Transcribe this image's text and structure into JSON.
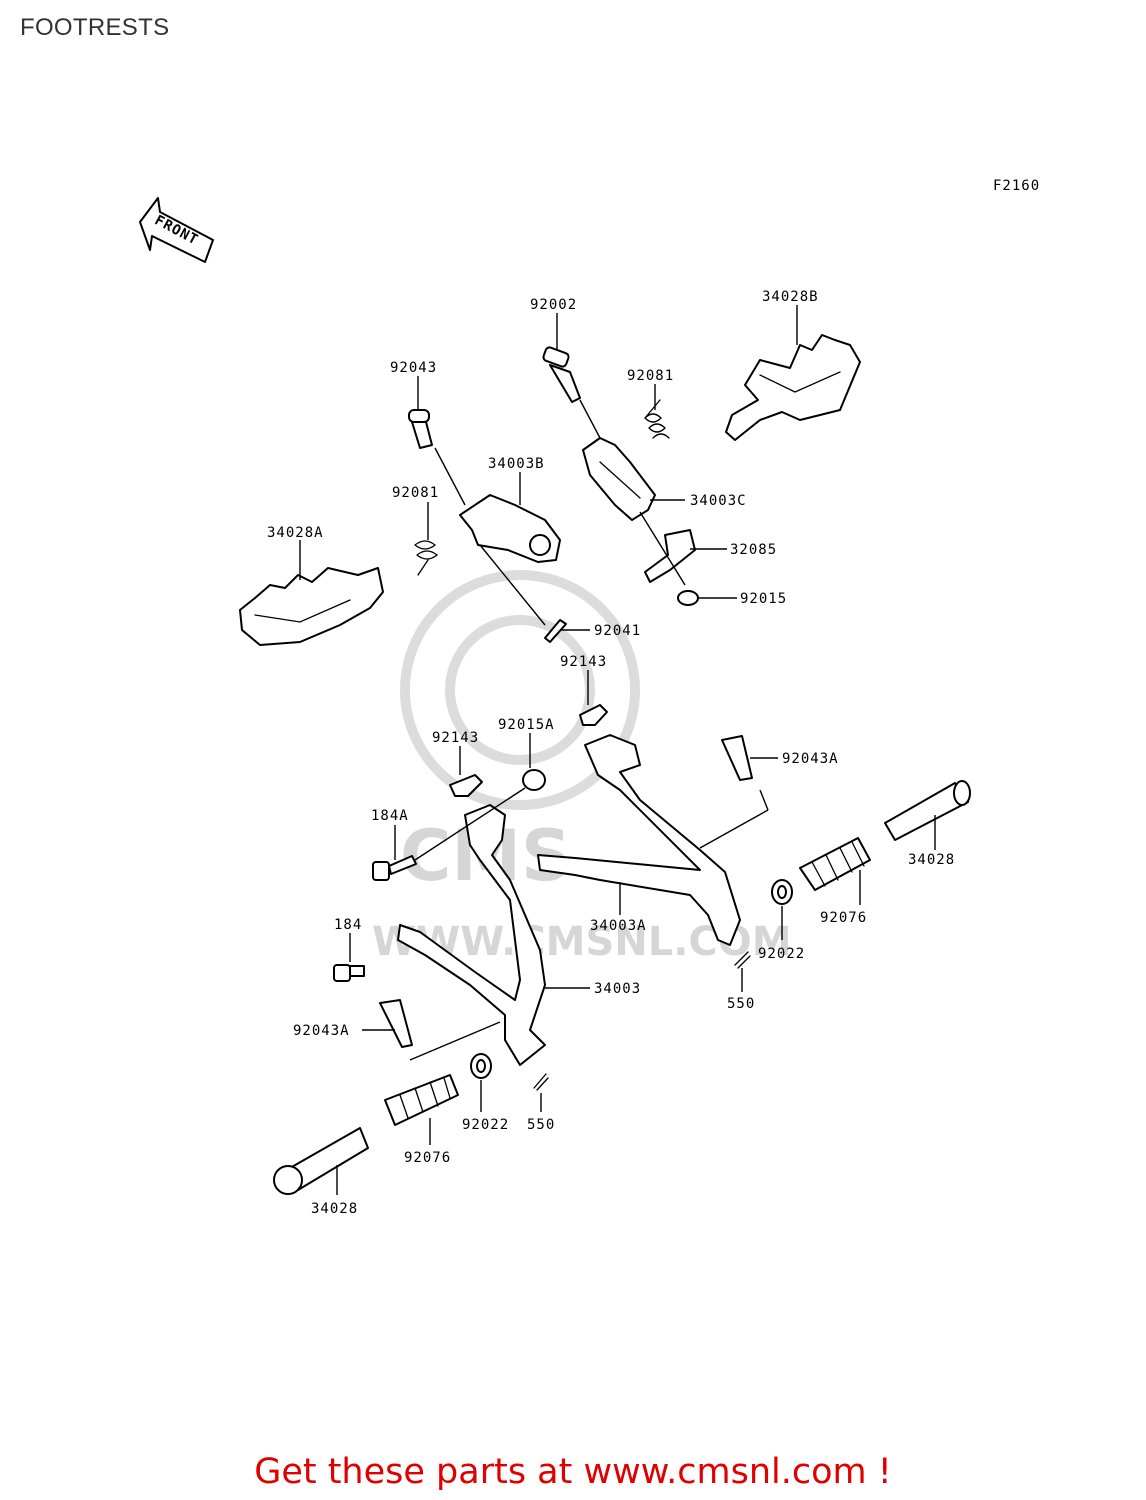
{
  "title": "FOOTRESTS",
  "figure_code": "F2160",
  "front_arrow_text": "FRONT",
  "watermark_text": "WWW.CMSNL.COM",
  "watermark_logo": "CMS",
  "footer_text": "Get these parts at www.cmsnl.com !",
  "colors": {
    "footer": "#e00000",
    "title": "#333333",
    "watermark": "#d6d6d6"
  },
  "labels": {
    "p92002": "92002",
    "p34028B": "34028B",
    "p92043": "92043",
    "p92081_top": "92081",
    "p34003B": "34003B",
    "p92081_left": "92081",
    "p34003C": "34003C",
    "p34028A": "34028A",
    "p32085": "32085",
    "p92015": "92015",
    "p92041": "92041",
    "p92143_top": "92143",
    "p92015A": "92015A",
    "p92143_left": "92143",
    "p92043A_right": "92043A",
    "p184A": "184A",
    "p34028_right": "34028",
    "p34003A": "34003A",
    "p92076_right": "92076",
    "p184": "184",
    "p92022_right": "92022",
    "p34003": "34003",
    "p550_right": "550",
    "p92043A_left": "92043A",
    "p92022_bottom": "92022",
    "p550_bottom": "550",
    "p92076_bottom": "92076",
    "p34028_bottom": "34028"
  }
}
